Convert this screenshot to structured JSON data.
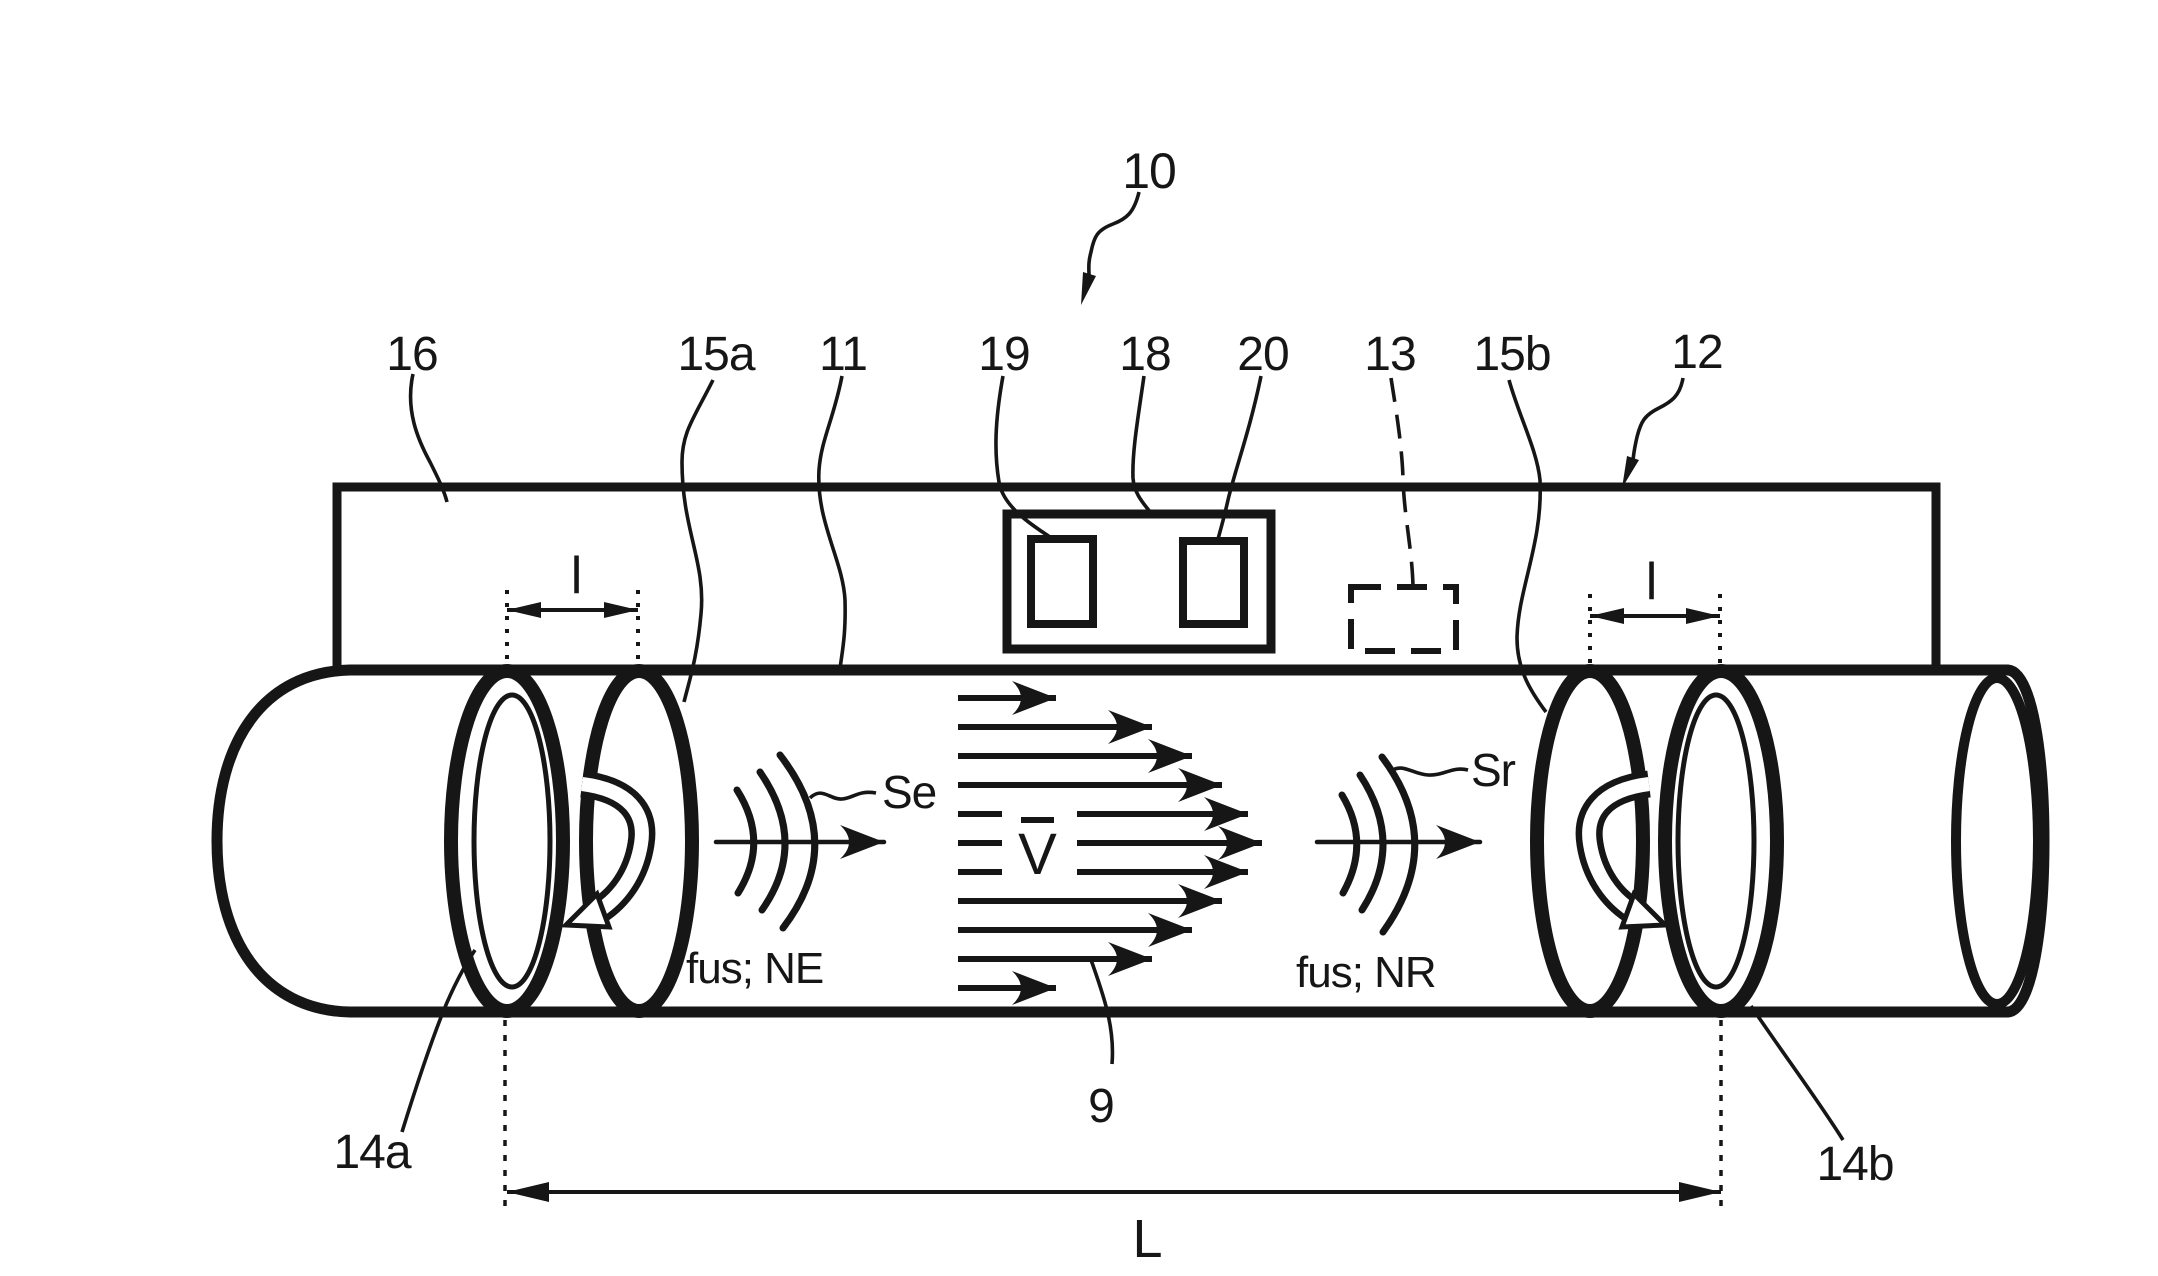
{
  "figure": {
    "background": "#ffffff",
    "ink": "#161616",
    "callouts": {
      "n10": "10",
      "n16": "16",
      "n15a": "15a",
      "n11": "11",
      "n19": "19",
      "n18": "18",
      "n20": "20",
      "n13": "13",
      "n15b": "15b",
      "n12": "12",
      "n14a": "14a",
      "n14b": "14b",
      "n9": "9"
    },
    "dimensions": {
      "l_left": "l",
      "l_right": "l",
      "overall": "L"
    },
    "signals": {
      "emitted": "Se",
      "received": "Sr",
      "note_left": "fus; NE",
      "note_right": "fus; NR",
      "mean_velocity": "V"
    }
  }
}
